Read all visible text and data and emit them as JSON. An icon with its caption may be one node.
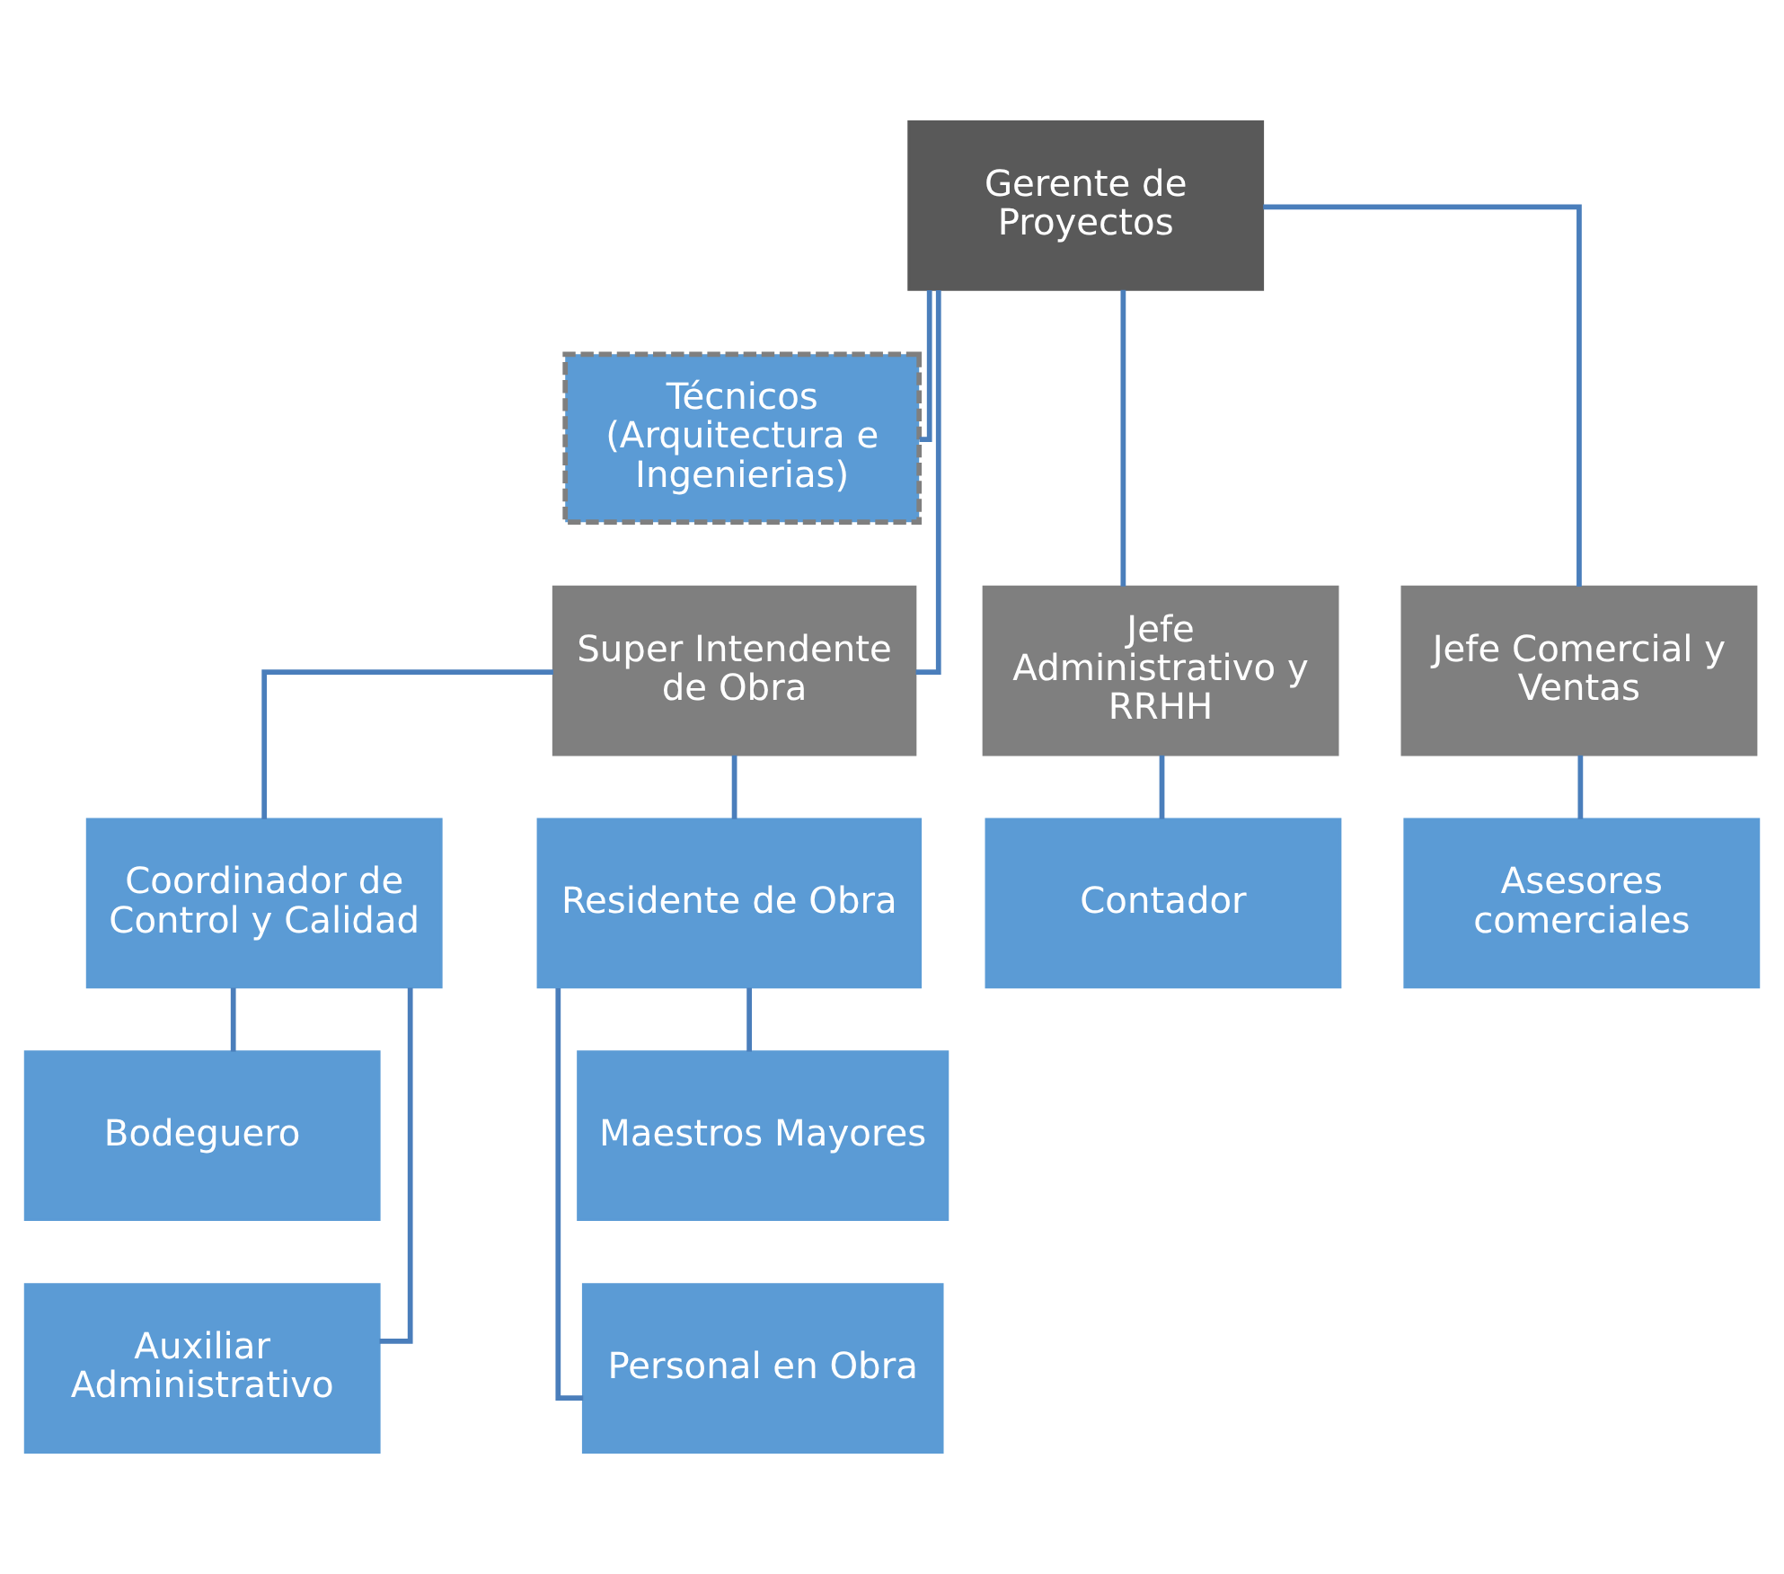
{
  "diagram": {
    "nodes": [
      {
        "text": [
          "Gerente de Proyectos"
        ]
      },
      {
        "text": [
          "Técnicos (Arquitectura e Ingenierias)"
        ]
      },
      {
        "text": [
          "Super Intendente de Obra"
        ]
      },
      {
        "text": [
          "Jefe Administrativo y RRHH"
        ]
      },
      {
        "text": [
          "Jefe Comercial y Ventas"
        ]
      },
      {
        "text": [
          "Coordinador de Control y Calidad"
        ]
      },
      {
        "text": [
          "Residente de Obra"
        ]
      },
      {
        "text": [
          "Contador"
        ]
      },
      {
        "text": [
          "Asesores comerciales"
        ]
      },
      {
        "text": [
          "Bodeguero"
        ]
      },
      {
        "text": [
          "Auxiliar Administrativo"
        ]
      },
      {
        "text": [
          "Maestros Mayores"
        ]
      },
      {
        "text": [
          "Personal en Obra"
        ]
      }
    ],
    "edges": [
      {
        "from": 0,
        "to": 1,
        "arrow": "none"
      },
      {
        "from": 0,
        "to": 2,
        "arrow": "none"
      },
      {
        "from": 0,
        "to": 3,
        "arrow": "none"
      },
      {
        "from": 0,
        "to": 4,
        "arrow": "none"
      },
      {
        "from": 2,
        "to": 5,
        "arrow": "none"
      },
      {
        "from": 2,
        "to": 6,
        "arrow": "none"
      },
      {
        "from": 3,
        "to": 7,
        "arrow": "none"
      },
      {
        "from": 4,
        "to": 8,
        "arrow": "none"
      },
      {
        "from": 5,
        "to": 9,
        "arrow": "none"
      },
      {
        "from": 5,
        "to": 10,
        "arrow": "none"
      },
      {
        "from": 6,
        "to": 11,
        "arrow": "none"
      },
      {
        "from": 6,
        "to": 12,
        "arrow": "none"
      }
    ]
  }
}
